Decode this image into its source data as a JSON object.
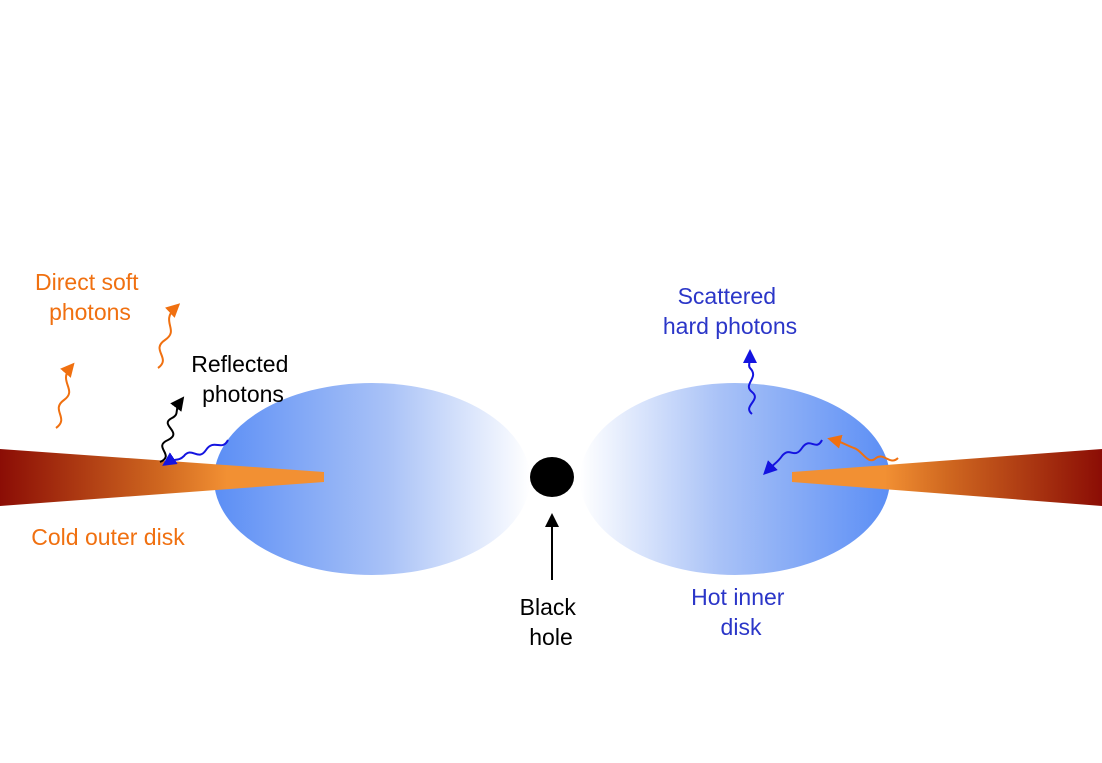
{
  "labels": {
    "direct_soft_photons": [
      "Direct soft",
      "photons"
    ],
    "reflected_photons": [
      "Reflected",
      "photons"
    ],
    "cold_outer_disk": "Cold outer disk",
    "scattered_hard_photons": [
      "Scattered",
      "hard photons"
    ],
    "black_hole": [
      "Black",
      "hole"
    ],
    "hot_inner_disk": [
      "Hot inner",
      "disk"
    ]
  },
  "colors": {
    "orange_text": "#f07010",
    "blue_text": "#2b36c8",
    "black_text": "#000000",
    "hot_disk_blue": "#5b8ef5",
    "cold_disk_dark": "#8b0d05",
    "cold_disk_orange": "#f29033",
    "photon_blue": "#1414e0",
    "photon_orange": "#f07010"
  }
}
